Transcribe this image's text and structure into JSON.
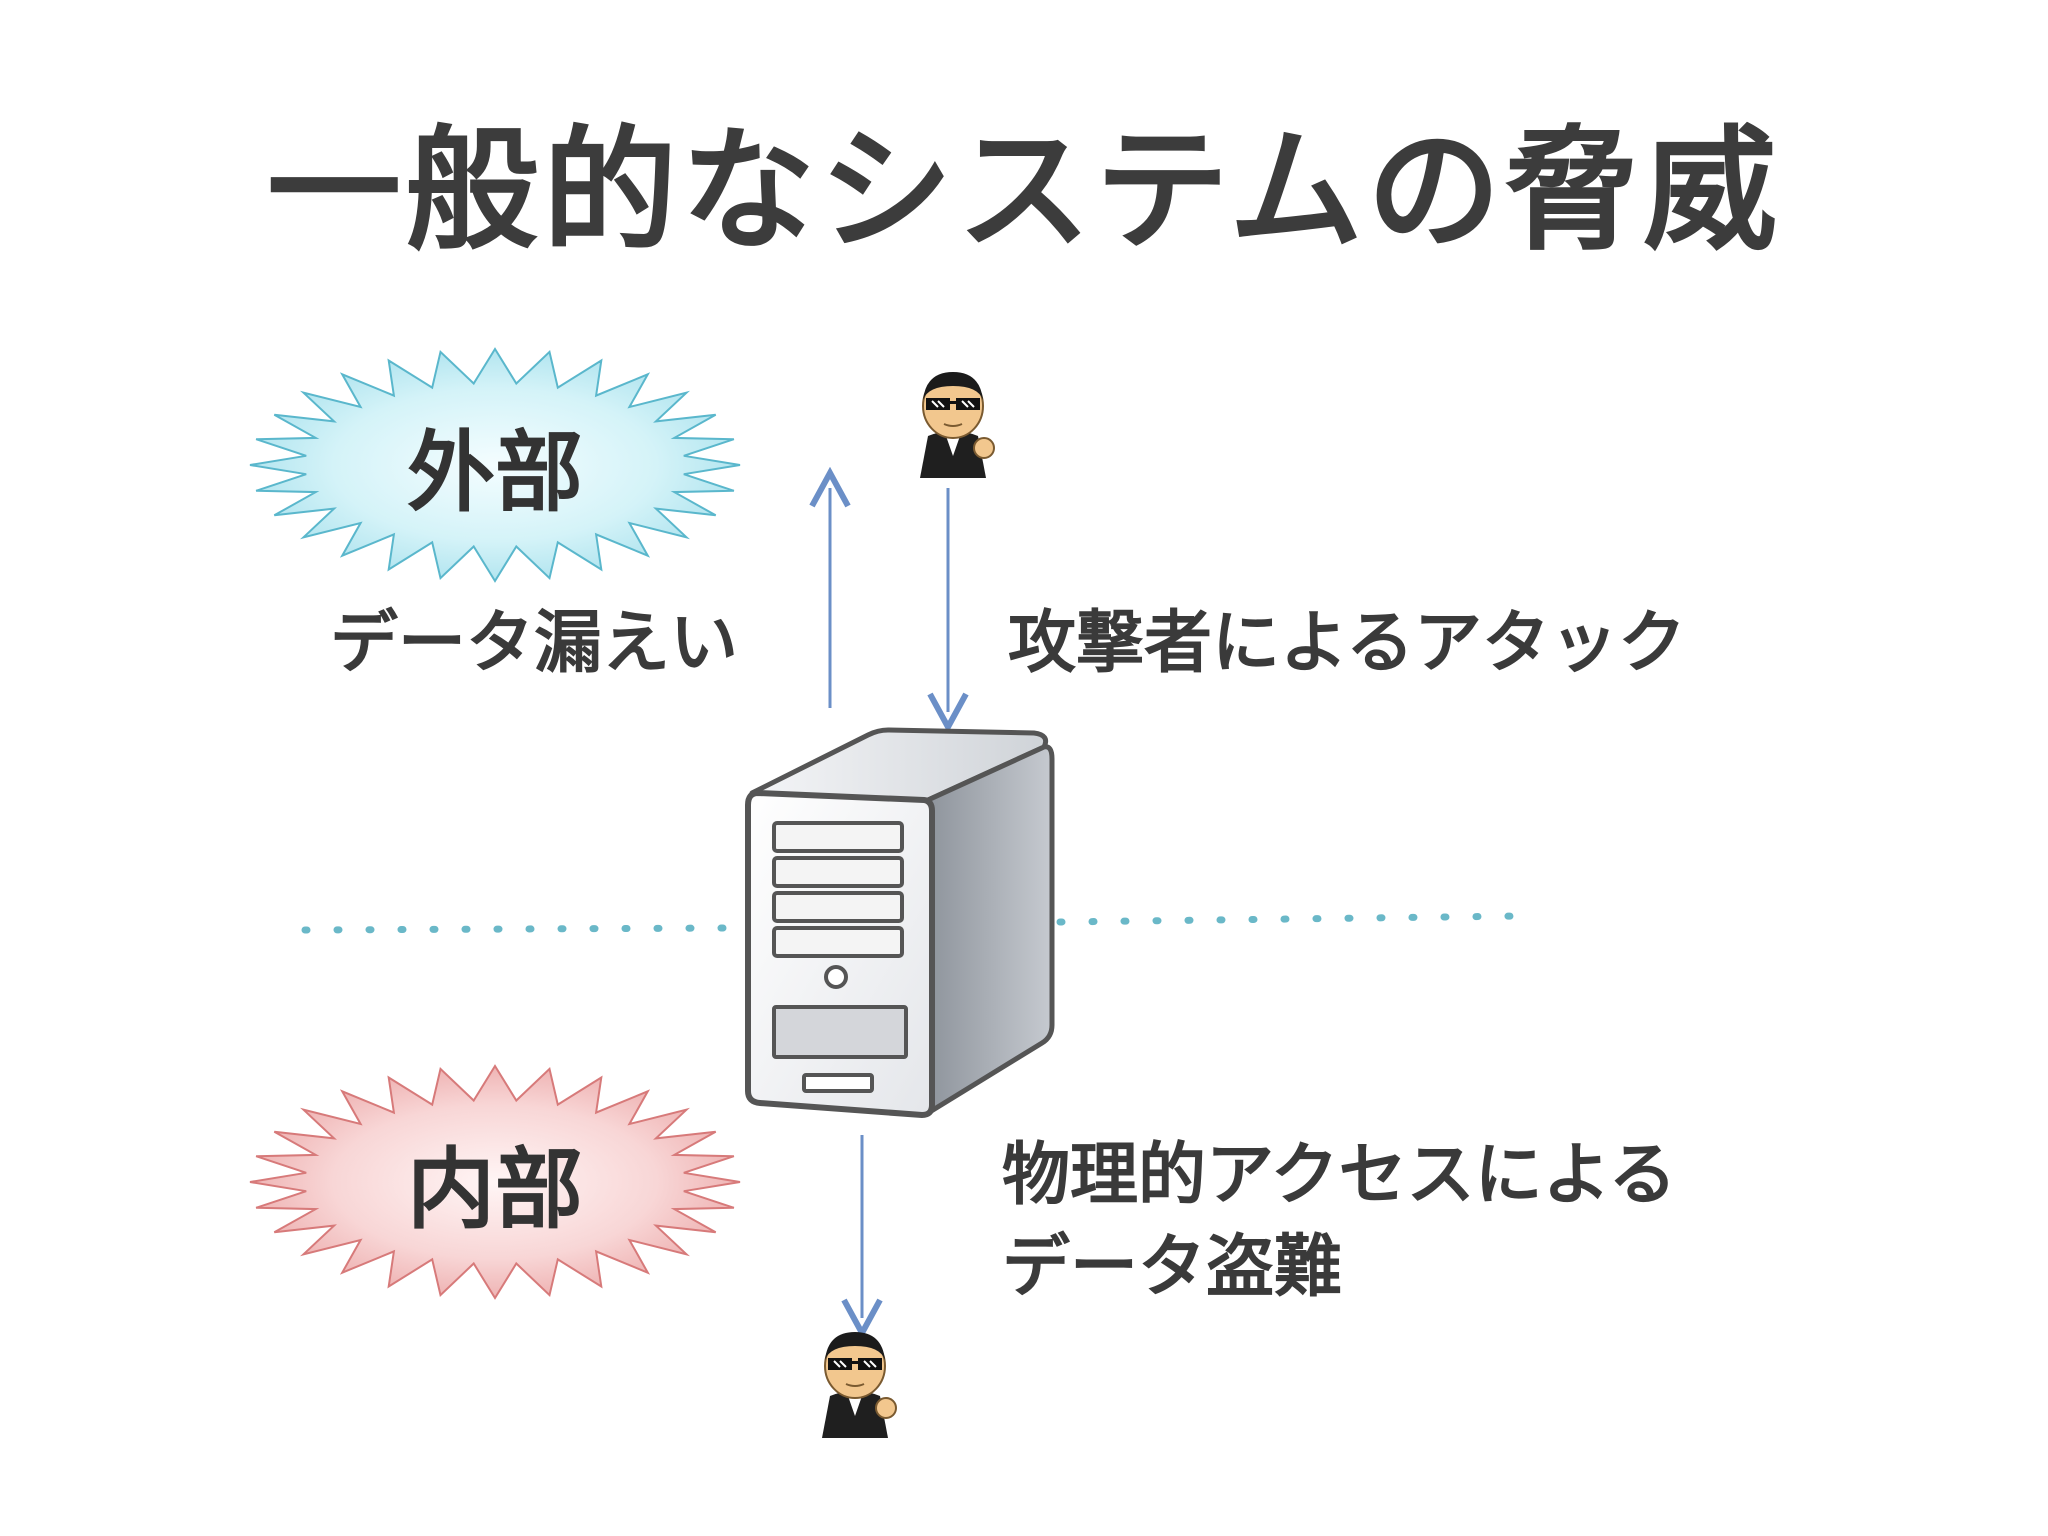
{
  "title": "一般的なシステムの脅威",
  "zones": {
    "external": "外部",
    "internal": "内部"
  },
  "labels": {
    "leak": "データ漏えい",
    "attack": "攻撃者によるアタック",
    "physical_line1": "物理的アクセスによる",
    "physical_line2": "データ盗難"
  },
  "icons": {
    "attacker": "attacker-icon",
    "insider": "attacker-icon",
    "server": "server-tower-icon"
  },
  "colors": {
    "external_burst_fill": "#bfe9f2",
    "external_burst_stroke": "#5ab7cc",
    "internal_burst_fill": "#f5c8c8",
    "internal_burst_stroke": "#d77a7a",
    "arrow": "#6b8fc7",
    "boundary_dots": "#6ab8c8"
  }
}
